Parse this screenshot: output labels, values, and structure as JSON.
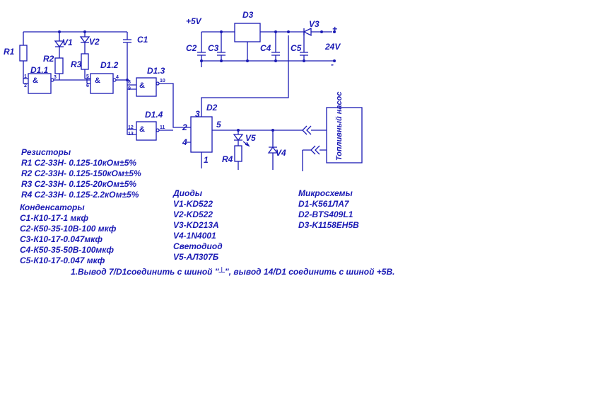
{
  "labels": {
    "R1": "R1",
    "R2": "R2",
    "R3": "R3",
    "R4": "R4",
    "V1": "V1",
    "V2": "V2",
    "V3": "V3",
    "V4": "V4",
    "V5": "V5",
    "C1": "C1",
    "C2": "C2",
    "C3": "C3",
    "C4": "C4",
    "C5": "C5",
    "D1_1": "D1.1",
    "D1_2": "D1.2",
    "D1_3": "D1.3",
    "D1_4": "D1.4",
    "D2": "D2",
    "D3": "D3",
    "plus5v": "+5V",
    "v24": "24V",
    "plus": "+",
    "minus": "-",
    "pump": "Топливный насос",
    "and": "&",
    "d2_pin3": "3",
    "d2_pin2": "2",
    "d2_pin4": "4",
    "d2_pin5": "5",
    "d2_pin1": "1"
  },
  "pins": {
    "d11_in1": "1",
    "d11_in2": "2",
    "d11_out": "3",
    "d12_in1": "5",
    "d12_in2": "6",
    "d12_out": "4",
    "d13_in1": "8",
    "d13_in2": "9",
    "d13_out": "10",
    "d14_in1": "12",
    "d14_in2": "13",
    "d14_out": "11"
  },
  "legend": {
    "resistors_title": "Резисторы",
    "resistors": [
      "R1 С2-33Н- 0.125-10кОм±5%",
      "R2 С2-33Н- 0.125-150кОм±5%",
      "R3 С2-33Н- 0.125-20кОм±5%",
      "R4 С2-33Н- 0.125-2.2кОм±5%"
    ],
    "capacitors_title": "Конденсаторы",
    "capacitors": [
      "С1-К10-17-1 мкф",
      "С2-К50-35-10В-100 мкф",
      "С3-К10-17-0.047мкф",
      "С4-К50-35-50В-100мкф",
      "С5-К10-17-0.047 мкф"
    ],
    "diodes_title": "Диоды",
    "diodes": [
      "V1-KD522",
      "V2-KD522",
      "V3-KD213A",
      "V4-1N4001"
    ],
    "led_title": "Светодиод",
    "led": [
      "V5-АЛ307Б"
    ],
    "chips_title": "Микросхемы",
    "chips": [
      "D1-K561ЛА7",
      "D2-BTS409L1",
      "D3-K1158EH5B"
    ]
  },
  "note": "1.Вывод 7/D1соединить с шиной \"┴\", вывод 14/D1 соединить с шиной +5В."
}
